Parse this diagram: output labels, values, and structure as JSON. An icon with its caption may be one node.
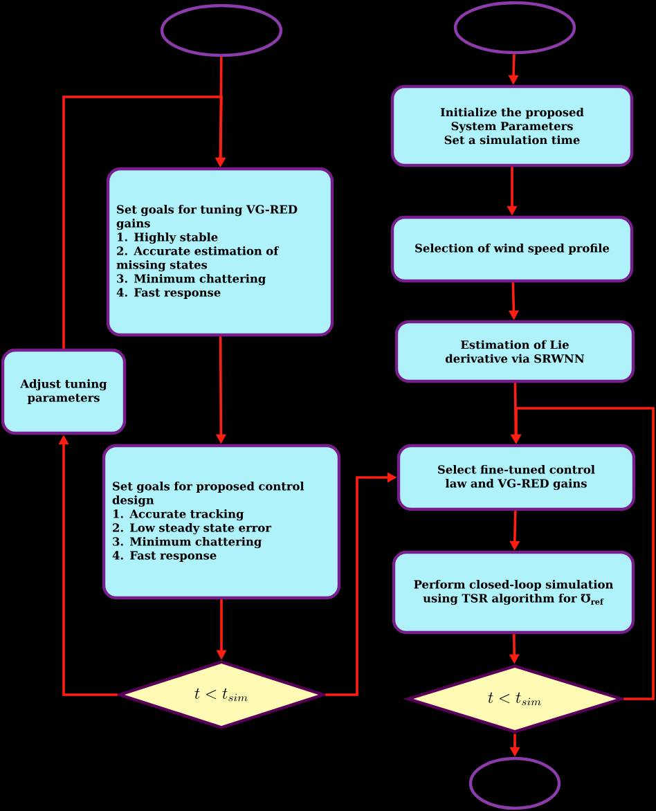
{
  "diagram": {
    "nodes": [
      {
        "text": [],
        "shape": "ellipse"
      },
      {
        "text": [],
        "shape": "ellipse"
      },
      {
        "text": [
          "Set goals for tuning VG-RED gains",
          "1. Highly stable",
          "2. Accurate estimation of missing states",
          "3. Minimum chattering",
          "4. Fast response"
        ]
      },
      {
        "text": [
          "Adjust tuning parameters"
        ]
      },
      {
        "text": [
          "Set goals for proposed control design",
          "1. Accurate tracking",
          "2. Low steady state error",
          "3. Minimum chattering",
          "4. Fast response"
        ]
      },
      {
        "text": [
          "t < t_{sim}"
        ]
      },
      {
        "text": [
          "Initialize the proposed System Parameters",
          "Set a simulation time"
        ]
      },
      {
        "text": [
          "Selection of wind speed profile"
        ]
      },
      {
        "text": [
          "Estimation of Lie derivative via SRWNN"
        ]
      },
      {
        "text": [
          "Select fine-tuned control law and VG-RED gains"
        ]
      },
      {
        "text": [
          "Perform closed-loop simulation using TSR algorithm for ℧$_{ref}$"
        ]
      },
      {
        "text": [
          "t < t_{sim}"
        ]
      },
      {
        "text": [],
        "shape": "ellipse"
      }
    ],
    "edges": [
      {
        "from": 0,
        "to": 2,
        "arrow": "to"
      },
      {
        "from": 3,
        "to": 2,
        "arrow": "to"
      },
      {
        "from": 2,
        "to": 4,
        "arrow": "to"
      },
      {
        "from": 4,
        "to": 5,
        "arrow": "to"
      },
      {
        "from": 5,
        "to": 3,
        "arrow": "to"
      },
      {
        "from": 5,
        "to": 9,
        "arrow": "to"
      },
      {
        "from": 1,
        "to": 6,
        "arrow": "to"
      },
      {
        "from": 6,
        "to": 7,
        "arrow": "to"
      },
      {
        "from": 7,
        "to": 8,
        "arrow": "to"
      },
      {
        "from": 8,
        "to": 9,
        "arrow": "to"
      },
      {
        "from": 9,
        "to": 10,
        "arrow": "to"
      },
      {
        "from": 10,
        "to": 11,
        "arrow": "to"
      },
      {
        "from": 11,
        "to": 12,
        "arrow": "to"
      },
      {
        "from": 11,
        "to": 9,
        "arrow": "to"
      }
    ]
  }
}
